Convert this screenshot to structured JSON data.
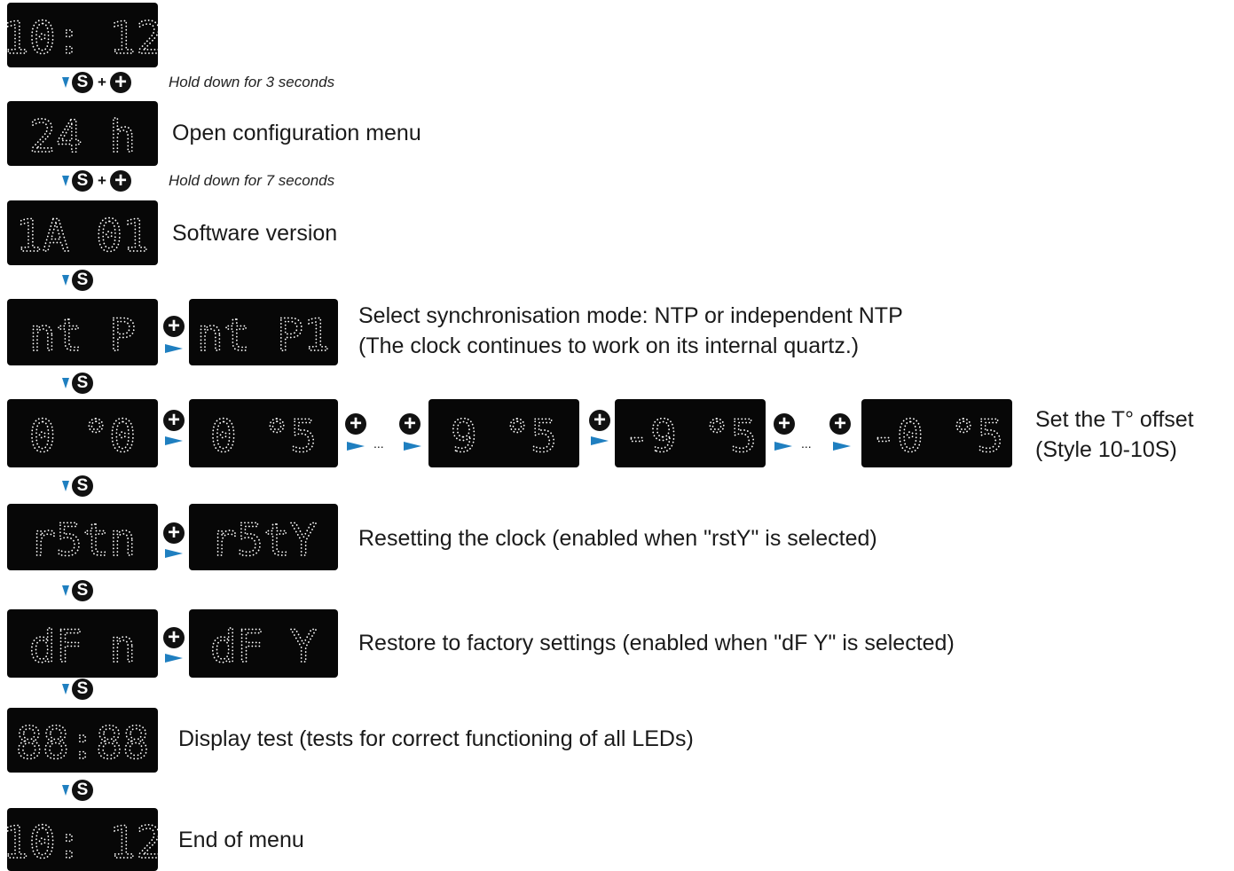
{
  "displays": {
    "clock_start": "10: 12",
    "h24": "24 h",
    "version": "1A 01",
    "ntp": "nt P",
    "ntp1": "nt P1",
    "t00": "0 °0",
    "t05": "0 °5",
    "t95": "9 °5",
    "tm95": "-9 °5",
    "tm05": "-0 °5",
    "rstn": "r5tn",
    "rsty": "r5tY",
    "dfn": "dF  n",
    "dfy": "dF  Y",
    "test": "88:88",
    "clock_end": "10: 12"
  },
  "icons": {
    "s": "S",
    "plus": "+"
  },
  "join_plus": "+",
  "ellipsis": "...",
  "hints": {
    "hold3": "Hold down for 3 seconds",
    "hold7": "Hold down for 7 seconds"
  },
  "labels": {
    "open_menu": "Open configuration menu",
    "software_version": "Software version",
    "sync_mode_1": "Select synchronisation mode: NTP or independent NTP",
    "sync_mode_2": "(The clock continues to work on its internal quartz.)",
    "temp_offset_1": "Set the T° offset",
    "temp_offset_2": "(Style 10-10S)",
    "reset": "Resetting the clock (enabled when \"rstY\" is selected)",
    "factory": "Restore to factory settings (enabled when \"dF Y\" is selected)",
    "display_test": "Display test (tests for correct functioning of all LEDs)",
    "end_menu": "End of menu"
  },
  "colors": {
    "arrow": "#1f7fc0",
    "display": "#070707",
    "led": "#ffffff"
  }
}
